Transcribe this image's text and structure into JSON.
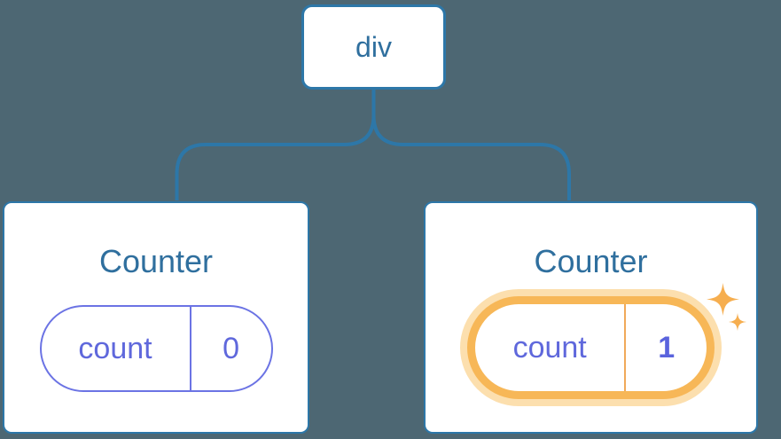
{
  "diagram": {
    "description": "React component tree diagram showing state preservation",
    "background_color": "#4d6773",
    "line_color": "#2d77a8",
    "label_color": "#2f6f9e",
    "state_color": "#5f68dc",
    "highlight_ring_color": "#f7b757",
    "highlight_glow_color": "#fcdfae",
    "tree": {
      "root": {
        "label": "div"
      },
      "children": [
        {
          "title": "Counter",
          "state_key": "count",
          "state_value": "0",
          "highlighted": false
        },
        {
          "title": "Counter",
          "state_key": "count",
          "state_value": "1",
          "highlighted": true
        }
      ]
    }
  }
}
